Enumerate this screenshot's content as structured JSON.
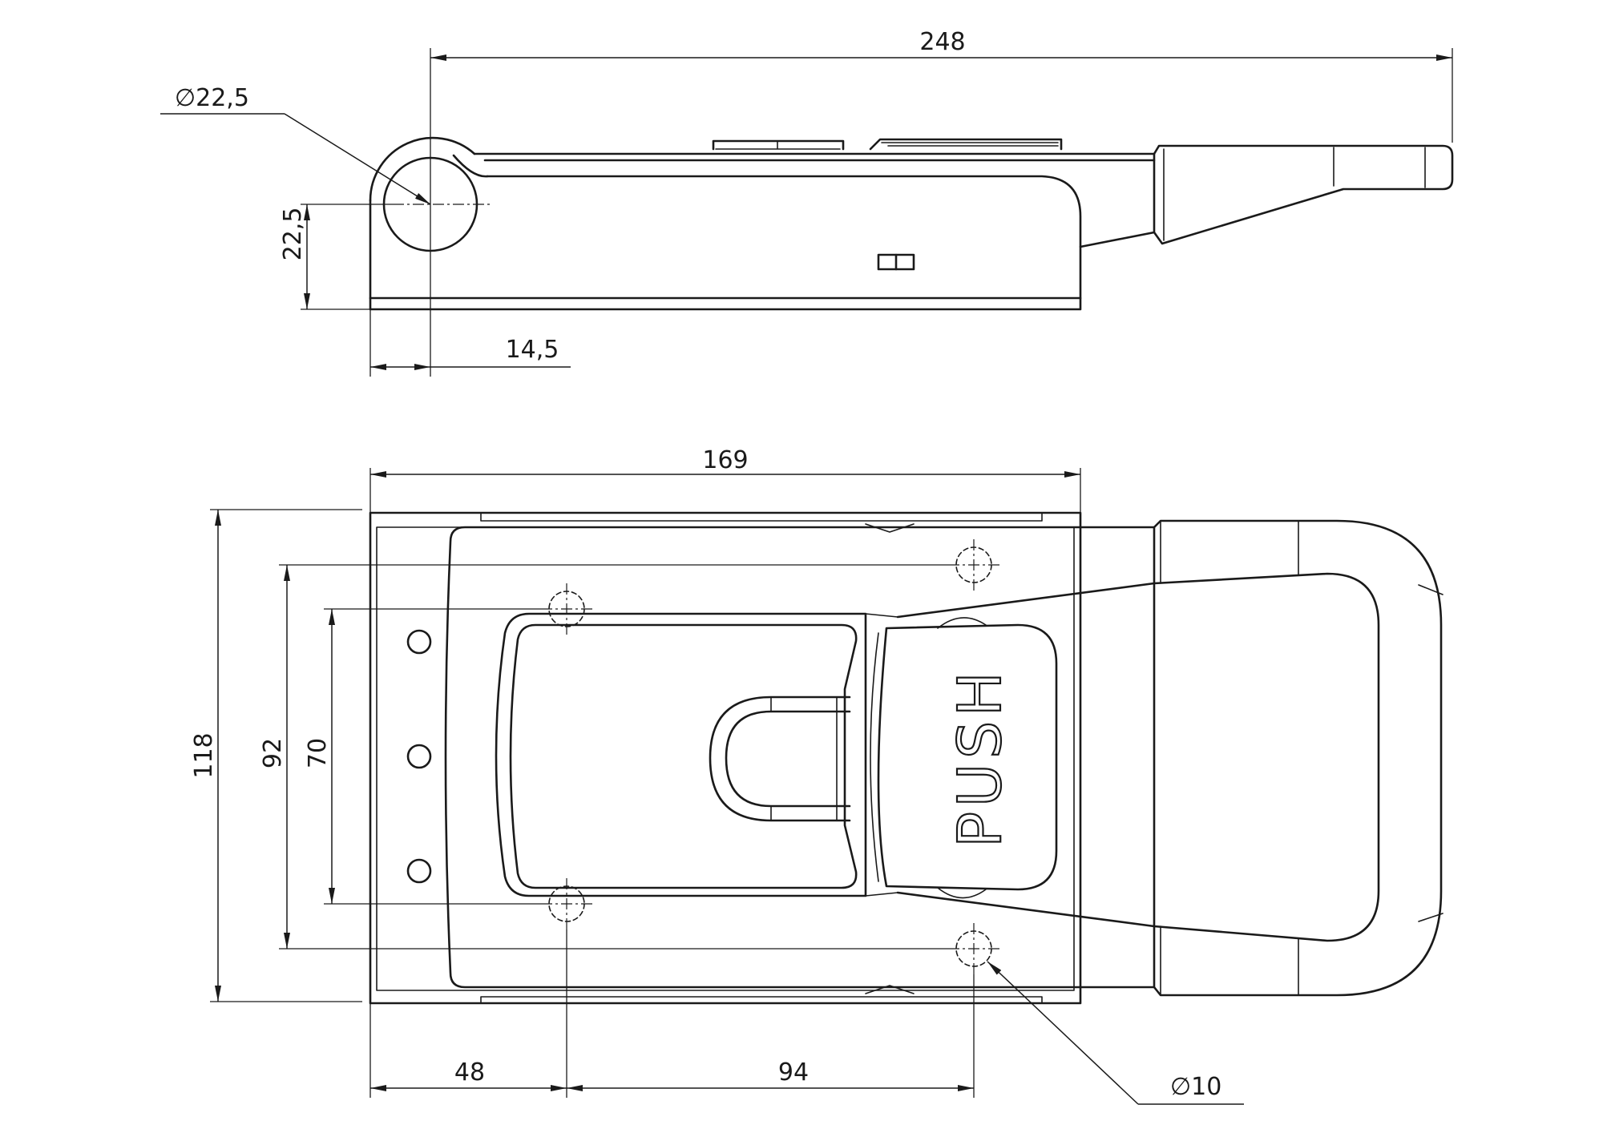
{
  "side_view": {
    "dimensions": {
      "overall_length": "248",
      "pivot_diameter": "∅22,5",
      "pivot_height": "22,5",
      "pivot_offset": "14,5"
    }
  },
  "top_view": {
    "button_label": "PUSH",
    "dimensions": {
      "base_length": "169",
      "overall_width": "118",
      "hole_spacing_outer": "92",
      "hole_spacing_inner": "70",
      "edge_to_hole": "48",
      "hole_to_hole": "94",
      "hole_diameter": "∅10"
    }
  }
}
